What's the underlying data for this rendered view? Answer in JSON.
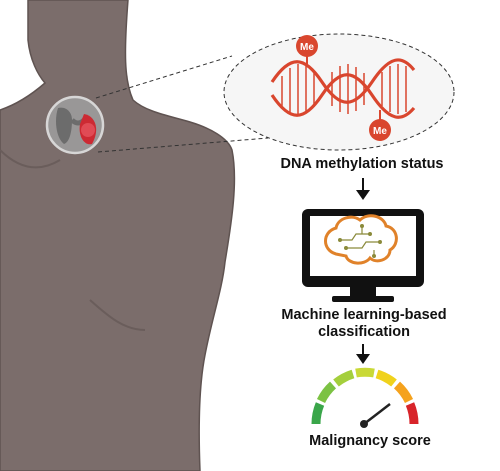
{
  "labels": {
    "dna_status": "DNA methylation status",
    "ml_line1": "Machine learning-based",
    "ml_line2": "classification",
    "malignancy": "Malignancy score"
  },
  "markers": {
    "methyl": "Me"
  },
  "icons": {
    "body": "human-torso-icon",
    "thyroid": "thyroid-icon",
    "dna": "dna-double-helix-icon",
    "monitor": "computer-monitor-icon",
    "brain": "brain-circuit-icon",
    "gauge": "gauge-meter-icon"
  },
  "colors": {
    "skin": "#7b6d6b",
    "skin_outline": "#5f5351",
    "dna": "#d9462e",
    "methyl_badge": "#d9462e",
    "monitor": "#111111",
    "brain": "#e0822a",
    "gauge": [
      "#3aa64a",
      "#7cc243",
      "#c9d936",
      "#f0d21c",
      "#f5a21d",
      "#ee5b23",
      "#d8242a"
    ]
  }
}
